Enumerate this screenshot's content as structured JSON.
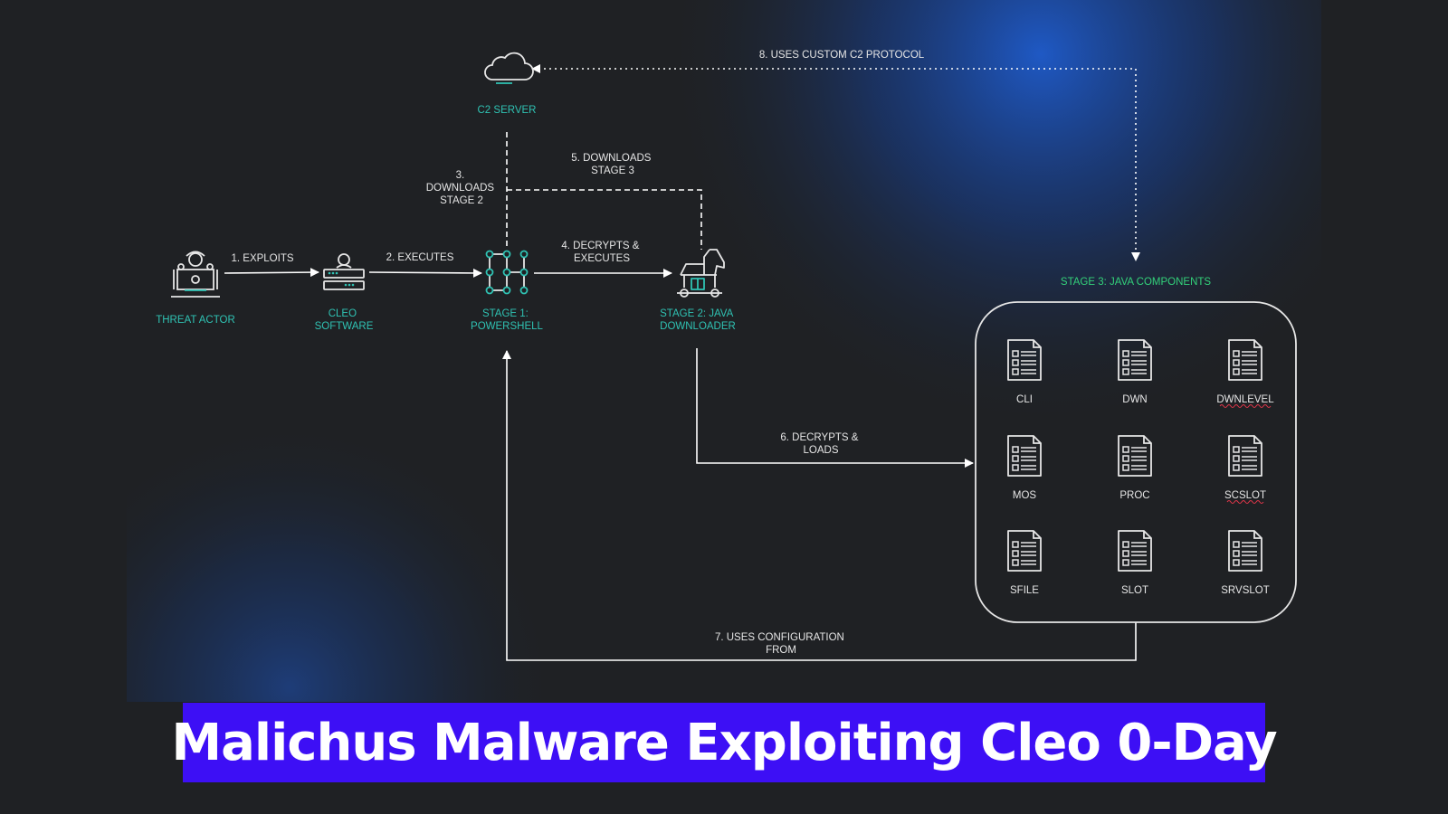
{
  "nodes": {
    "c2_server": "C2 SERVER",
    "threat_actor": "THREAT ACTOR",
    "cleo_software": [
      "CLEO",
      "SOFTWARE"
    ],
    "stage1": [
      "STAGE 1:",
      "POWERSHELL"
    ],
    "stage2": [
      "STAGE 2: JAVA",
      "DOWNLOADER"
    ],
    "stage3_title": "STAGE 3: JAVA COMPONENTS"
  },
  "edges": {
    "exploits": "1. EXPLOITS",
    "executes": "2. EXECUTES",
    "downloads_stage2": [
      "3.",
      "DOWNLOADS",
      "STAGE 2"
    ],
    "decrypts_executes": [
      "4. DECRYPTS &",
      "EXECUTES"
    ],
    "downloads_stage3": [
      "5. DOWNLOADS",
      "STAGE 3"
    ],
    "decrypts_loads": [
      "6. DECRYPTS &",
      "LOADS"
    ],
    "uses_configuration": [
      "7. USES CONFIGURATION",
      "FROM"
    ],
    "custom_c2": "8. USES CUSTOM C2 PROTOCOL"
  },
  "components": [
    "CLI",
    "DWN",
    "DWNLEVEL",
    "MOS",
    "PROC",
    "SCSLOT",
    "SFILE",
    "SLOT",
    "SRVSLOT"
  ],
  "banner": {
    "title": "Malichus Malware Exploiting Cleo 0-Day"
  },
  "colors": {
    "background": "#1f2124",
    "label_cyan": "#2fc2b3",
    "label_green": "#33d17a",
    "banner": "#3d0ff5"
  }
}
